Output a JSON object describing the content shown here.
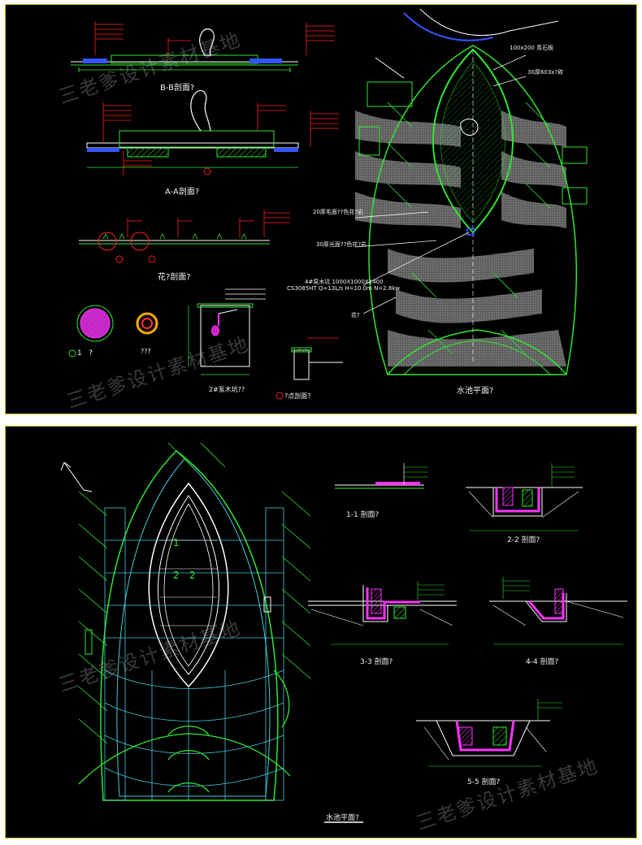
{
  "colors": {
    "background": "#000000",
    "frame": "#c8c400",
    "hatch_green": "#2ee82e",
    "dim_red": "#ff2020",
    "magenta": "#ff33ff",
    "cyan": "#44ccdd",
    "white": "#ffffff",
    "paving_gray": "#6a6a6a"
  },
  "watermark": "三老爹设计素材基地",
  "top_sheet": {
    "section_bb": "B-B剖面?",
    "section_aa": "A-A剖面?",
    "section_flower": "花?剖面?",
    "label_detail_1": "?",
    "label_detail_a": "1   ?",
    "label_sump": "???",
    "label_pump_pit": "2#泵木坑??",
    "label_point_section": "?点剖面?",
    "label_plan": "水池平面?",
    "note_top_1": "100x200 青石板",
    "note_top_2": "30厚603x?砖",
    "note_mid_1": "20厚毛面??色花?岩",
    "note_mid_2": "30厚光面??色花?岩",
    "note_pump_1": "4#泵木坑 1000X1000X1400",
    "note_pump_2": "CS3085HT Q=13L/s H=10.0m N=2.8kw",
    "note_flower": "花?"
  },
  "bottom_sheet": {
    "section_11": "1-1 剖面?",
    "section_22": "2-2 剖面?",
    "section_33": "3-3 剖面?",
    "section_44": "4-4 剖面?",
    "section_55": "5-5 剖面?",
    "label_plan": "水池平面?",
    "pool_number_1": "1",
    "pool_number_2": "2",
    "pool_number_3": "2"
  }
}
